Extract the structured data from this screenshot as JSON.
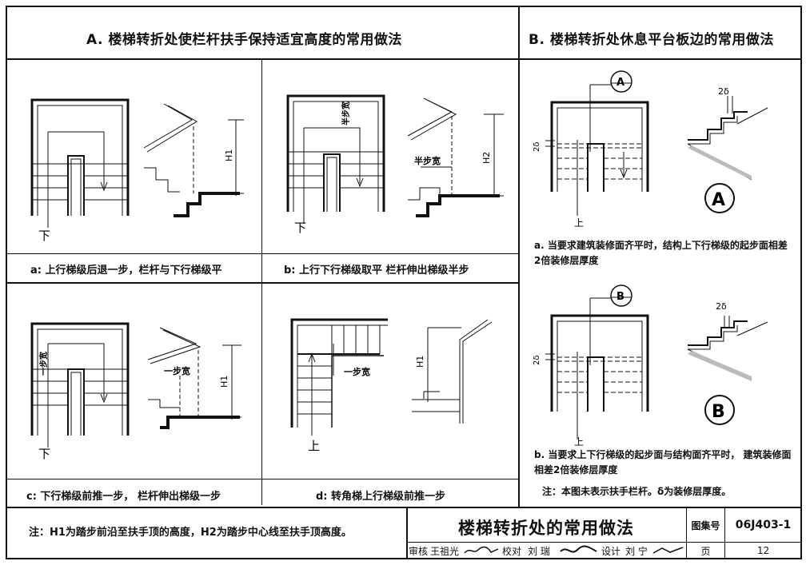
{
  "section_a": {
    "title": "A. 楼梯转折处使栏杆扶手保持适宜高度的常用做法",
    "panels": [
      {
        "caption": "a: 上行梯级后退一步，栏杆与下行梯级平",
        "labels": {
          "down": "下",
          "height": "H1"
        }
      },
      {
        "caption": "b: 上行下行梯级取平   栏杆伸出梯级半步",
        "labels": {
          "down": "下",
          "half_step": "半步宽",
          "half_step_2": "半步宽",
          "height": "H2"
        }
      },
      {
        "caption": "c: 下行梯级前推一步， 栏杆伸出梯级一步",
        "labels": {
          "down": "下",
          "one_step": "一步宽",
          "one_step_2": "一步宽",
          "height": "H1"
        }
      },
      {
        "caption": "d: 转角梯上行梯级前推一步",
        "labels": {
          "up": "上",
          "one_step": "一步宽",
          "height": "H1"
        }
      }
    ]
  },
  "section_b": {
    "title": "B. 楼梯转折处休息平台板边的常用做法",
    "detail_a": {
      "marker": "A",
      "big_marker": "A",
      "dim": "2δ",
      "dim_2": "2δ",
      "up": "上",
      "note": "a. 当要求建筑装修面齐平时，结构上下行梯级的起步面相差2倍装修层厚度"
    },
    "detail_b": {
      "marker": "B",
      "big_marker": "B",
      "dim": "2δ",
      "dim_2": "2δ",
      "up": "上",
      "note": "b. 当要求上下行梯级的起步面与结构面齐平时， 建筑装修面相差2倍装修层厚度"
    },
    "remark": "注：本图未表示扶手栏杆。δ为装修层厚度。"
  },
  "footer": {
    "note": "注：H1为踏步前沿至扶手顶的高度，H2为踏步中心线至扶手顶高度。",
    "drawing_title": "楼梯转折处的常用做法",
    "atlas_label": "图集号",
    "atlas_number": "06J403-1",
    "review_label": "审核",
    "review_name": "王祖光",
    "check_label": "校对",
    "check_name": "刘 瑞",
    "design_label": "设计",
    "design_name": "刘 宁",
    "page_label": "页",
    "page_number": "12"
  }
}
